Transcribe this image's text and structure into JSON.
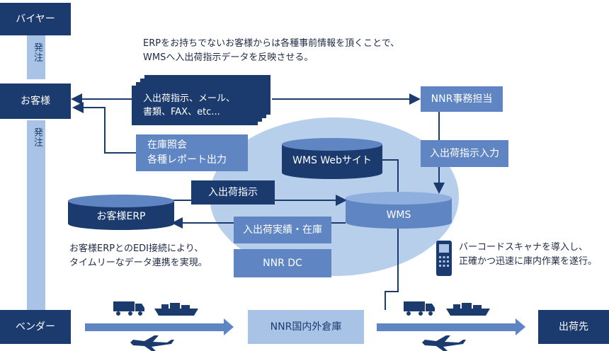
{
  "colors": {
    "dark": "#1b3a6e",
    "mid": "#5f86c2",
    "light": "#a9c3e6",
    "ellipse": "#b8cfec"
  },
  "nodes": {
    "buyer": "バイヤー",
    "customer": "お客様",
    "vendor": "ベンダー",
    "documents": "入出荷指示、メール、\n書類、FAX、etc...",
    "nnr_staff": "NNR事務担当",
    "inventory_report": "在庫照会\n各種レポート出力",
    "wms_web": "WMS Webサイト",
    "instruction_input": "入出荷指示入力",
    "inout_instruction": "入出荷指示",
    "customer_erp": "お客様ERP",
    "wms": "WMS",
    "results_inventory": "入出荷実績・在庫",
    "nnr_dc": "NNR DC",
    "nnr_warehouse": "NNR国内外倉庫",
    "destination": "出荷先"
  },
  "labels": {
    "order_1": "発注",
    "order_2": "発注"
  },
  "notes": {
    "erp_note": "ERPをお持ちでないお客様からは各種事前情報を頂くことで、\nWMSへ入出荷指示データを反映させる。",
    "edi_note": "お客様ERPとのEDI接続により、\nタイムリーなデータ連携を実現。",
    "scanner_note": "バーコードスキャナを導入し、\n正確かつ迅速に庫内作業を遂行。"
  },
  "icons": [
    "truck-icon",
    "ship-icon",
    "airplane-icon",
    "barcode-scanner-icon"
  ]
}
